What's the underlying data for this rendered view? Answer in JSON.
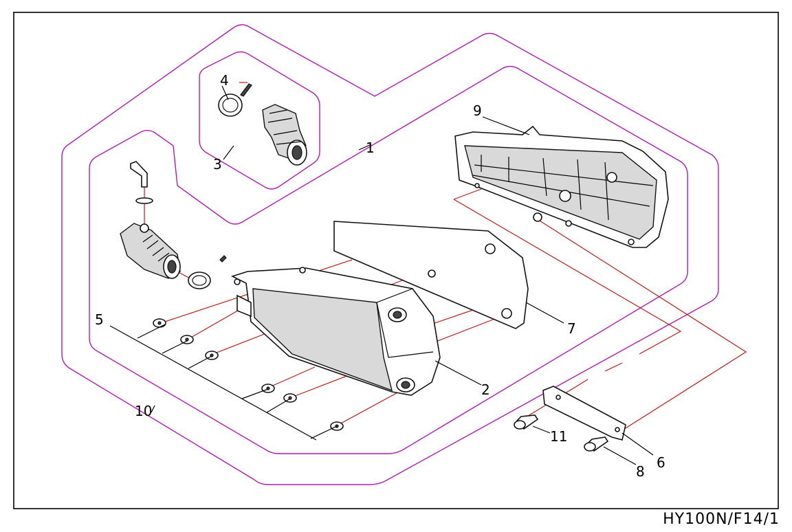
{
  "drawing_code": "HY100N/F14/1",
  "callouts": {
    "c1": "1",
    "c2": "2",
    "c3": "3",
    "c4": "4",
    "c5": "5",
    "c6": "6",
    "c7": "7",
    "c8": "8",
    "c9": "9",
    "c10": "10",
    "c11": "11"
  },
  "colors": {
    "assembly_outline": "#b01cb0",
    "explode_lines": "#c0181a",
    "linework": "#000000"
  }
}
